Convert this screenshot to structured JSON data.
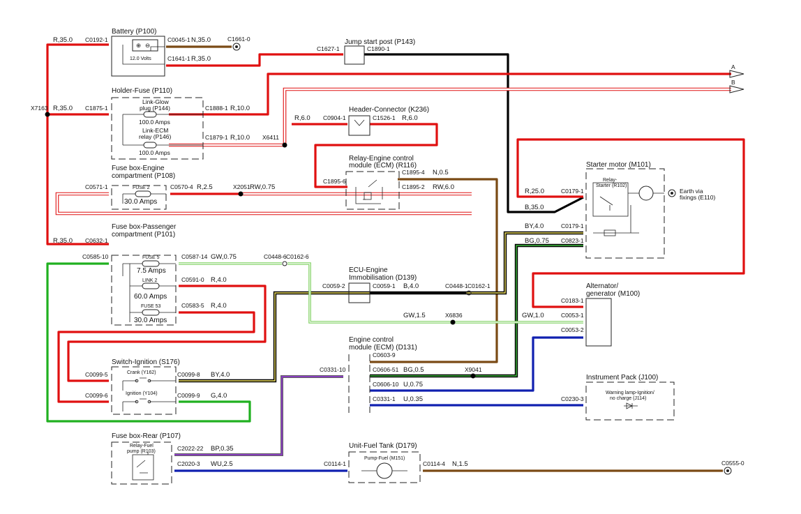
{
  "colors": {
    "red": "#e01010",
    "brown": "#7a4a15",
    "black": "#000000",
    "blue": "#1020b0",
    "green": "#20b020",
    "light_green": "#7fd060",
    "purple": "#8a3fc0",
    "gray": "#606060"
  },
  "components": {
    "battery": {
      "title": "Battery (P100)",
      "volts": "12.0 Volts",
      "plus": "⊕",
      "minus": "⊖"
    },
    "jump_start": {
      "title": "Jump start post (P143)"
    },
    "holder_fuse": {
      "title": "Holder-Fuse (P110)",
      "link1": "Link-Glow",
      "link1b": "plug (P144)",
      "link1_amps": "100.0 Amps",
      "link2": "Link-ECM",
      "link2b": "relay (P146)",
      "link2_amps": "100.0 Amps"
    },
    "header_connector": {
      "title": "Header-Connector (K236)"
    },
    "relay_ecm": {
      "title1": "Relay-Engine control",
      "title2": "module (ECM) (R116)"
    },
    "fuse_engine": {
      "title1": "Fuse box-Engine",
      "title2": "compartment (P108)",
      "fuse": "FUSE 2",
      "amps": "30.0 Amps"
    },
    "fuse_pass": {
      "title1": "Fuse box-Passenger",
      "title2": "compartment (P101)",
      "fuse5": "FUSE 5",
      "fuse5_amps": "7.5 Amps",
      "link2": "LINK 2",
      "link2_amps": "60.0 Amps",
      "fuse53": "FUSE 53",
      "fuse53_amps": "30.0 Amps"
    },
    "starter": {
      "title": "Starter motor (M101)",
      "relay1": "Relay-",
      "relay2": "Starter (R102)",
      "earth1": "Earth via",
      "earth2": "fixings (E110)"
    },
    "ecu_immob": {
      "title1": "ECU-Engine",
      "title2": "Immobilisation (D139)"
    },
    "alternator": {
      "title1": "Alternator/",
      "title2": "generator (M100)"
    },
    "ecm": {
      "title1": "Engine control",
      "title2": "module (ECM) (D131)"
    },
    "switch_ign": {
      "title": "Switch-Ignition (S176)",
      "crank": "Crank (Y162)",
      "ignition": "Ignition (Y104)"
    },
    "instrument": {
      "title": "Instrument Pack (J100)",
      "lamp1": "Warning lamp-Ignition/",
      "lamp2": "no charge (J114)"
    },
    "fuse_rear": {
      "title": "Fuse box-Rear (P107)",
      "relay1": "Relay-Fuel",
      "relay2": "pump (R103)"
    },
    "fuel_tank": {
      "title": "Unit-Fuel Tank (D179)",
      "pump": "Pump-Fuel (M151)"
    }
  },
  "connectors": {
    "c0192_1": "C0192-1",
    "c0045_1": "C0045-1",
    "c1661_0": "C1661-0",
    "c1641_1": "C1641-1",
    "c1627_1": "C1627-1",
    "c1890_1": "C1890-1",
    "x7163": "X7163",
    "c1875_1": "C1875-1",
    "c1888_1": "C1888-1",
    "c1879_1": "C1879-1",
    "x6411": "X6411",
    "c0904_1": "C0904-1",
    "c1526_1": "C1526-1",
    "c1895_6": "C1895-6",
    "c1895_4": "C1895-4",
    "c1895_2": "C1895-2",
    "c0571_1": "C0571-1",
    "c0570_4": "C0570-4",
    "x2051": "X2051",
    "c0632_1": "C0632-1",
    "c0585_10": "C0585-10",
    "c0587_14": "C0587-14",
    "c0448_6": "C0448-6",
    "c0162_6": "C0162-6",
    "c0591_0": "C0591-0",
    "c0583_5": "C0583-5",
    "c0179_1a": "C0179-1",
    "c0179_1b": "C0179-1",
    "c0823_1": "C0823-1",
    "c0059_2": "C0059-2",
    "c0059_1": "C0059-1",
    "c0448_1": "C0448-1",
    "c0162_1": "C0162-1",
    "c0183_1": "C0183-1",
    "c0053_1": "C0053-1",
    "c0053_2": "C0053-2",
    "x6836": "X6836",
    "c0603_9": "C0603-9",
    "c0606_51": "C0606-51",
    "x9041": "X9041",
    "c0331_10": "C0331-10",
    "c0606_10": "C0606-10",
    "c0331_1": "C0331-1",
    "c0230_3": "C0230-3",
    "c0099_5": "C0099-5",
    "c0099_8": "C0099-8",
    "c0099_6": "C0099-6",
    "c0099_9": "C0099-9",
    "c2022_22": "C2022-22",
    "c2020_3": "C2020-3",
    "c0114_1": "C0114-1",
    "c0114_4": "C0114-4",
    "c0555_0": "C0555-0"
  },
  "wires": {
    "r35_top": "R,35.0",
    "n35": "N,35.0",
    "r35_c1641": "R,35.0",
    "r35_x7163": "R,35.0",
    "r10_a": "R,10.0",
    "r10_b": "R,10.0",
    "r6_a": "R,6.0",
    "r6_b": "R,6.0",
    "n05": "N,0.5",
    "rw6": "RW,6.0",
    "r25_fuse2": "R,2.5",
    "rw075": "RW,0.75",
    "r35_c0632": "R,35.0",
    "gw075": "GW,0.75",
    "r40_a": "R,4.0",
    "r40_b": "R,4.0",
    "r25_starter": "R,25.0",
    "b35": "B,35.0",
    "by4_starter": "BY,4.0",
    "bg075_starter": "BG,0.75",
    "b40": "B,4.0",
    "gw15": "GW,1.5",
    "gw10": "GW,1.0",
    "bg05": "BG,0.5",
    "u075": "U,0.75",
    "u035": "U,0.35",
    "by4_switch": "BY,4.0",
    "g4": "G,4.0",
    "bp035": "BP,0.35",
    "wu25": "WU,2.5",
    "n15": "N,1.5"
  },
  "bus": {
    "a": "A",
    "b": "B"
  }
}
